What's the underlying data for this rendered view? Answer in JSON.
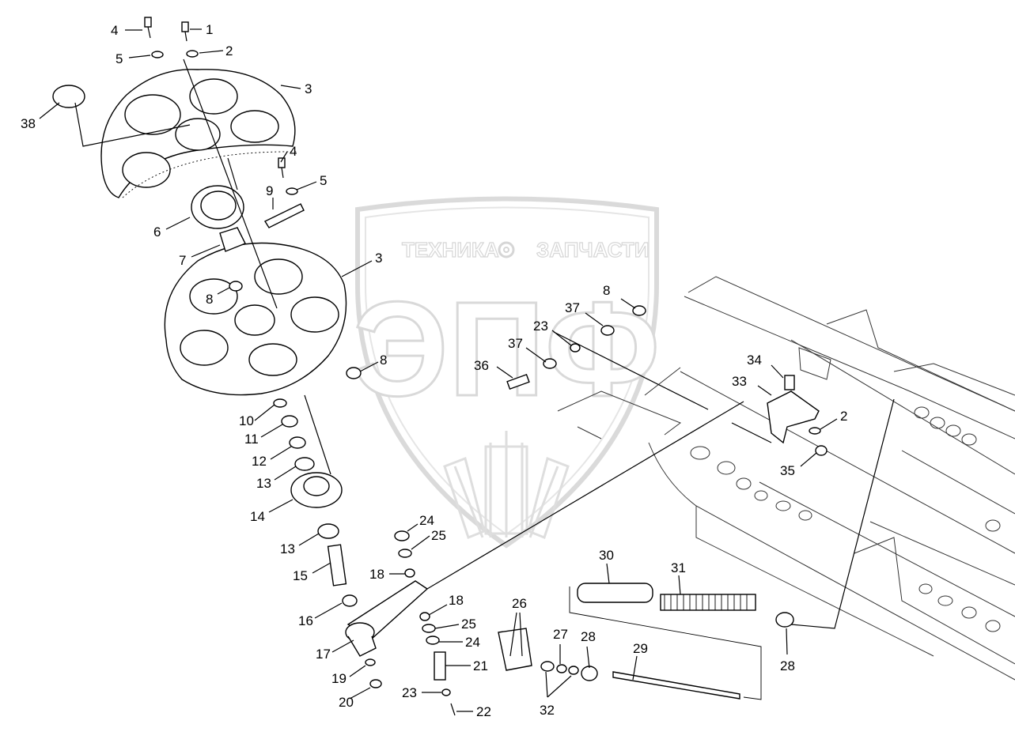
{
  "watermark": {
    "top_left": "ТЕХНИКА",
    "top_right": "ЗАПЧАСТИ",
    "logo": "ЭПФ"
  },
  "callouts": {
    "c1": "1",
    "c2a": "2",
    "c2b": "2",
    "c3a": "3",
    "c3b": "3",
    "c4a": "4",
    "c4b": "4",
    "c5a": "5",
    "c5b": "5",
    "c6": "6",
    "c7": "7",
    "c8a": "8",
    "c8b": "8",
    "c8c": "8",
    "c9": "9",
    "c10": "10",
    "c11": "11",
    "c12": "12",
    "c13a": "13",
    "c13b": "13",
    "c14": "14",
    "c15": "15",
    "c16": "16",
    "c17": "17",
    "c18a": "18",
    "c18b": "18",
    "c19": "19",
    "c20": "20",
    "c21": "21",
    "c22": "22",
    "c23a": "23",
    "c23b": "23",
    "c24a": "24",
    "c24b": "24",
    "c25a": "25",
    "c25b": "25",
    "c26": "26",
    "c27": "27",
    "c28a": "28",
    "c28b": "28",
    "c29": "29",
    "c30": "30",
    "c31": "31",
    "c32": "32",
    "c33": "33",
    "c34": "34",
    "c35": "35",
    "c36": "36",
    "c37a": "37",
    "c37b": "37",
    "c38": "38"
  }
}
